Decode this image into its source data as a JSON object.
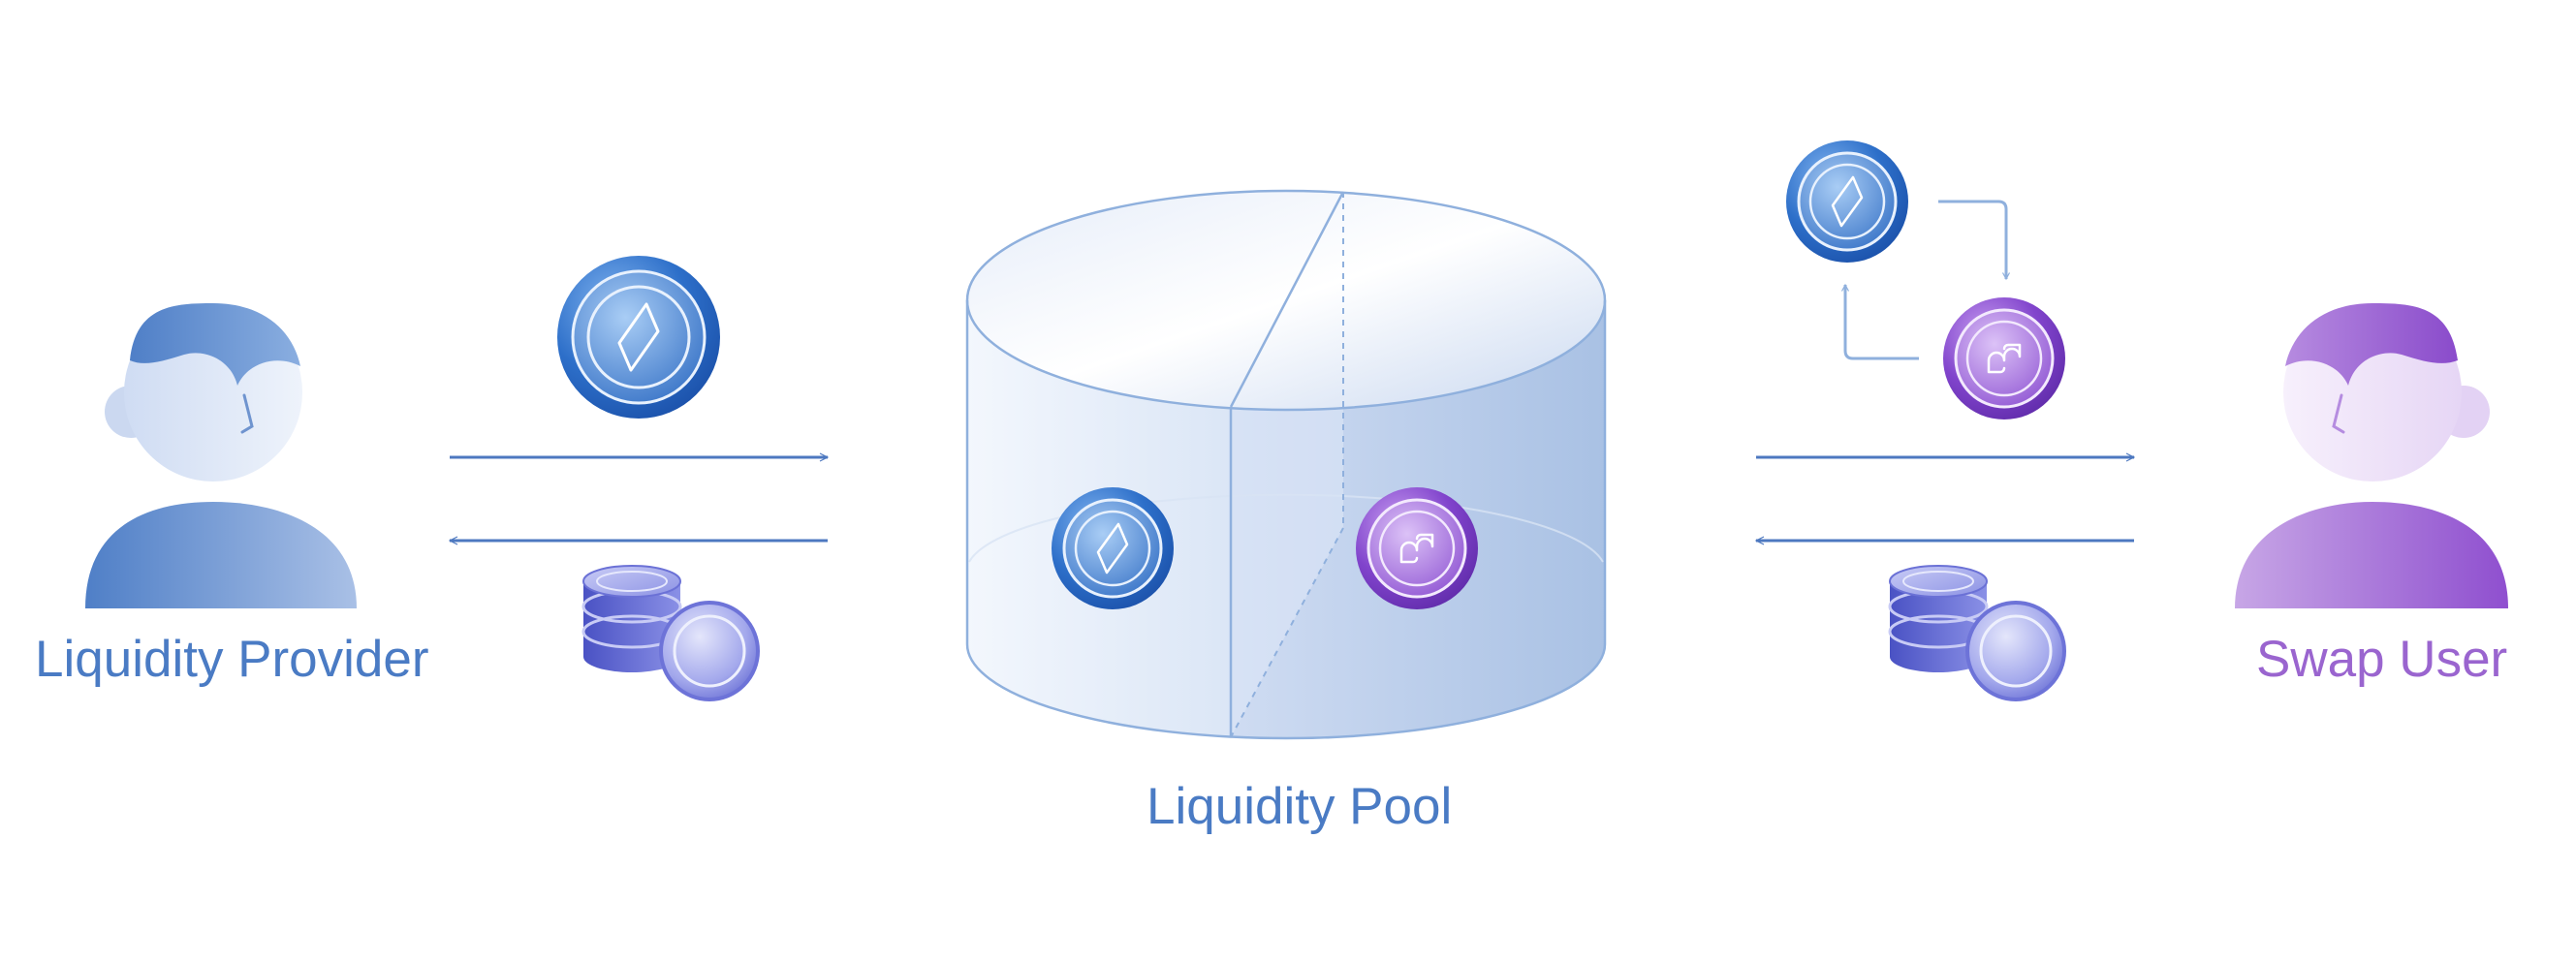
{
  "labels": {
    "provider": "Liquidity Provider",
    "pool": "Liquidity Pool",
    "swap": "Swap User"
  },
  "colors": {
    "blue_text": "#4a7bc4",
    "purple_text": "#9a65cf",
    "arrow": "#4d78c0",
    "small_arrow": "#8fb0dd",
    "person_blue": "#5a86c9",
    "person_purple": "#9a5fd0",
    "coin_blue": "#1f63c0",
    "coin_purple": "#7f3fc9",
    "stack": "#5a5fd0",
    "pool_outline": "#8fb0dd"
  },
  "icons": {
    "provider": "person-icon",
    "swap_user": "person-icon",
    "token_a": "diamond-token-icon",
    "token_b": "infinity-token-icon",
    "lp_token": "coin-stack-icon",
    "pool": "cylinder-pool-icon"
  }
}
